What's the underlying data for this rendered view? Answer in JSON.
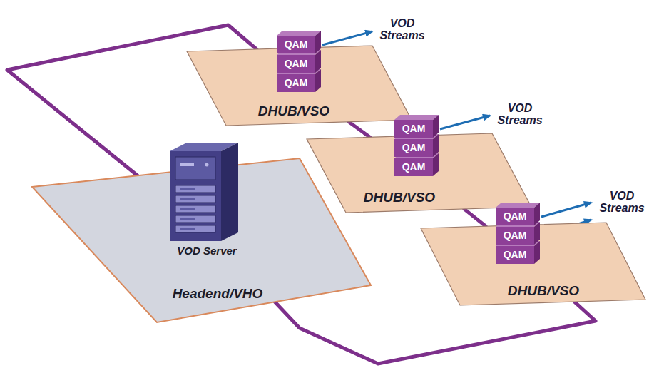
{
  "diagram": {
    "nodes": [
      {
        "text": [
          "Headend/VHO"
        ]
      },
      {
        "text": [
          "VOD Server"
        ],
        "in": 0
      },
      {
        "text": [
          "DHUB/VSO"
        ]
      },
      {
        "text": [
          "QAM"
        ],
        "in": 2
      },
      {
        "text": [
          "QAM"
        ],
        "in": 2
      },
      {
        "text": [
          "QAM"
        ],
        "in": 2
      },
      {
        "text": [
          "DHUB/VSO"
        ]
      },
      {
        "text": [
          "QAM"
        ],
        "in": 6
      },
      {
        "text": [
          "QAM"
        ],
        "in": 6
      },
      {
        "text": [
          "QAM"
        ],
        "in": 6
      },
      {
        "text": [
          "DHUB/VSO"
        ]
      },
      {
        "text": [
          "QAM"
        ],
        "in": 10
      },
      {
        "text": [
          "QAM"
        ],
        "in": 10
      },
      {
        "text": [
          "QAM"
        ],
        "in": 10
      }
    ],
    "edges": [
      {
        "from": 0,
        "to": 2,
        "arrow": "none"
      },
      {
        "from": 2,
        "to": 6,
        "arrow": "none"
      },
      {
        "from": 6,
        "to": 10,
        "arrow": "none"
      },
      {
        "from": 10,
        "to": 0,
        "arrow": "none"
      }
    ],
    "labels": [
      "VOD Streams",
      "VOD Streams",
      "VOD Streams"
    ]
  }
}
